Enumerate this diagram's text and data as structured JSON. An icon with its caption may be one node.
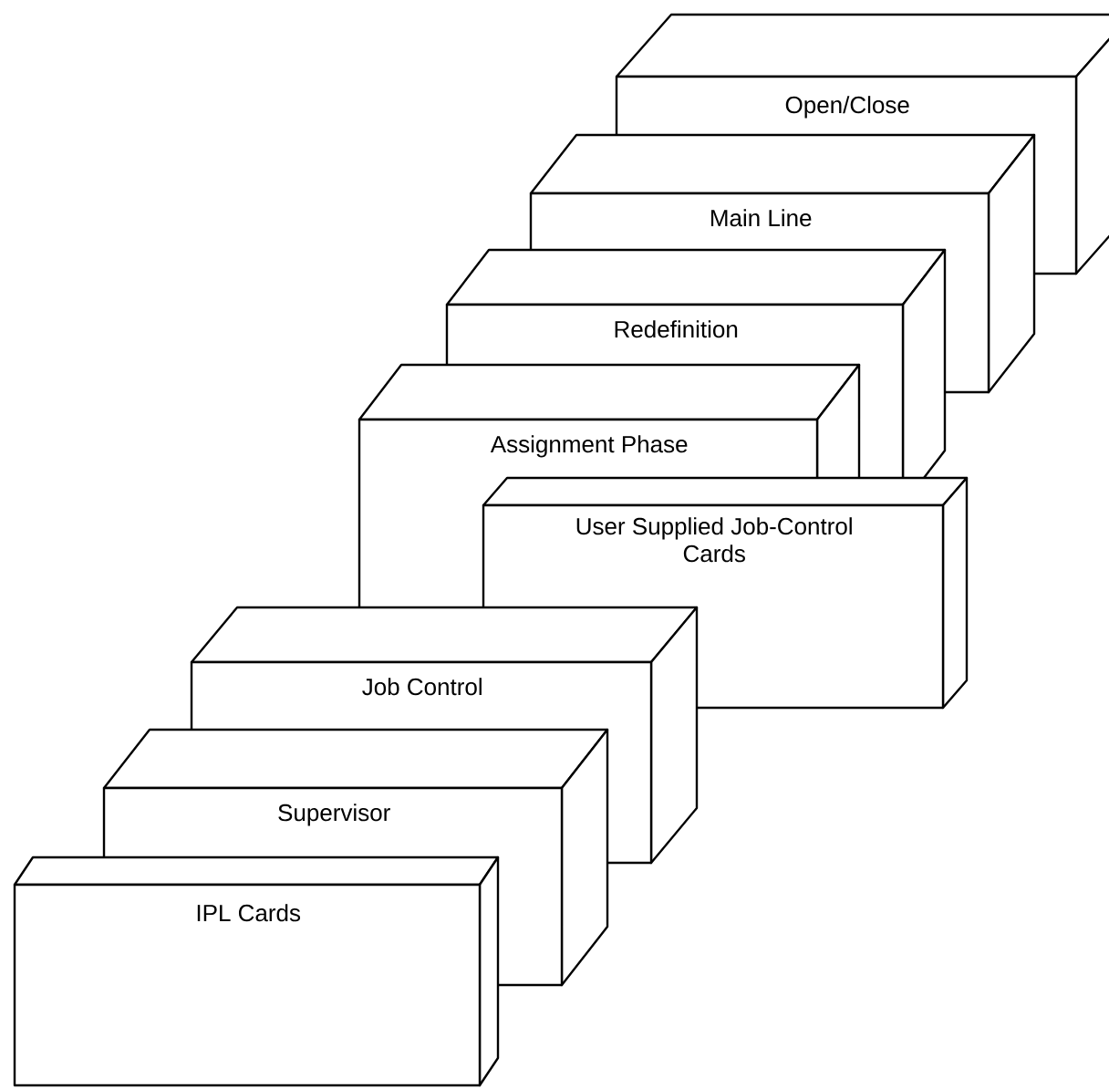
{
  "diagram": {
    "nodes": [
      {
        "text": [
          "Open/Close"
        ]
      },
      {
        "text": [
          "Main Line"
        ]
      },
      {
        "text": [
          "Redefinition"
        ]
      },
      {
        "text": [
          "Assignment Phase"
        ]
      },
      {
        "text": [
          "User Supplied Job-Control Cards"
        ]
      },
      {
        "text": [
          "Job Control"
        ]
      },
      {
        "text": [
          "Supervisor"
        ]
      },
      {
        "text": [
          "IPL Cards"
        ]
      }
    ]
  }
}
